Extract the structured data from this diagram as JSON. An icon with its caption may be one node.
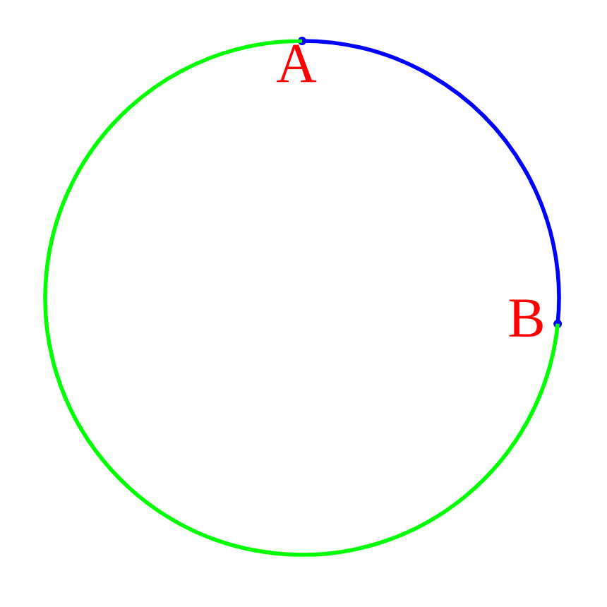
{
  "diagram": {
    "nodes": [
      {
        "text": [
          "A"
        ]
      },
      {
        "text": [
          "B"
        ]
      }
    ],
    "edges": [
      {
        "from": 0,
        "to": 1,
        "arrow": "none",
        "color": "#0000ff"
      },
      {
        "from": 1,
        "to": 0,
        "arrow": "none",
        "color": "#00ff00"
      }
    ]
  }
}
